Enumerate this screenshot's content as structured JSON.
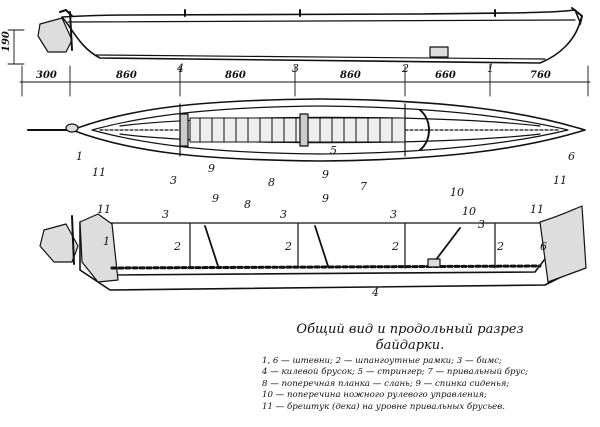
{
  "dimensions": {
    "height": "190",
    "segments": [
      "300",
      "860",
      "860",
      "860",
      "660",
      "760"
    ],
    "station_numbers": [
      "4",
      "3",
      "2",
      "1"
    ]
  },
  "part_numbers": [
    "1",
    "2",
    "3",
    "4",
    "5",
    "6",
    "7",
    "8",
    "9",
    "10",
    "11"
  ],
  "caption": {
    "line1": "Общий вид и продольный разрез",
    "line2": "байдарки."
  },
  "legend": [
    "1, 6 — штевни; 2 — шпангоутные рамки; 3 — бимс;",
    "4 — килевой брусок; 5 — стрингер; 7 — привальный брус;",
    "8 — поперечная планка — слань; 9 — спинка сиденья;",
    "10 — поперечина ножного рулевого управления;",
    "11 — брештук (дека) на уровне привальных брусьев."
  ]
}
